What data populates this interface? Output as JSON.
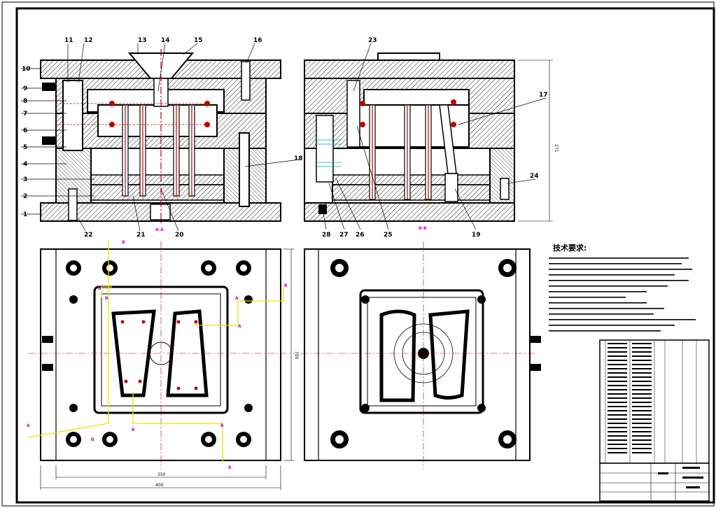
{
  "drawing": {
    "section_labels": {
      "a": "A-A",
      "b": "B-B"
    },
    "part_numbers_left": [
      "1",
      "2",
      "3",
      "4",
      "5",
      "6",
      "7",
      "8",
      "9",
      "10"
    ],
    "part_numbers_top": [
      "11",
      "12",
      "13",
      "14",
      "15",
      "16"
    ],
    "part_numbers_bottom_left": [
      "22",
      "21",
      "20"
    ],
    "part_numbers_right_view": [
      "23",
      "17",
      "18",
      "24",
      "28",
      "27",
      "26",
      "25",
      "19"
    ],
    "dimensions": {
      "height": "271",
      "plate_height": "350",
      "inner_width": "350",
      "overall_width": "400"
    },
    "cooling_markers": [
      "B",
      "B",
      "B",
      "B",
      "A",
      "A",
      "B",
      "B",
      "B",
      "A",
      "B"
    ],
    "technical_requirements_title": "技术要求:"
  }
}
